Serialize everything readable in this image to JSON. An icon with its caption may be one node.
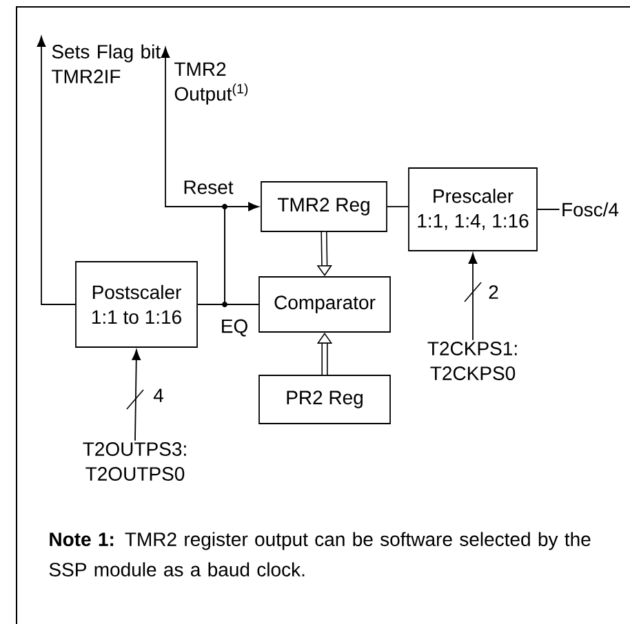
{
  "diagram": {
    "nodes": [
      {
        "text": [
          "TMR2 Reg"
        ]
      },
      {
        "text": [
          "Prescaler",
          "1:1, 1:4, 1:16"
        ]
      },
      {
        "text": [
          "Comparator"
        ]
      },
      {
        "text": [
          "PR2 Reg"
        ]
      },
      {
        "text": [
          "Postscaler",
          "1:1 to 1:16"
        ]
      },
      {
        "text": [
          "Fosc/4"
        ]
      },
      {
        "text": [
          "Sets Flag bit TMR2IF"
        ]
      },
      {
        "text": [
          "TMR2 Output$^{(1)}$"
        ]
      },
      {
        "text": [
          "T2OUTPS3: T2OUTPS0"
        ]
      },
      {
        "text": [
          "T2CKPS1: T2CKPS0"
        ]
      }
    ],
    "edges": [
      {
        "from": 5,
        "to": 1,
        "arrow": "none"
      },
      {
        "from": 1,
        "to": 0,
        "arrow": "none"
      },
      {
        "from": 0,
        "to": 2,
        "arrow": "to",
        "style": "thick"
      },
      {
        "from": 3,
        "to": 2,
        "arrow": "to",
        "style": "thick"
      },
      {
        "from": 2,
        "to": 4,
        "arrow": "none",
        "label": "EQ"
      },
      {
        "from": 2,
        "to": 0,
        "arrow": "to",
        "label": "Reset"
      },
      {
        "from": 2,
        "to": 7,
        "arrow": "to"
      },
      {
        "from": 4,
        "to": 6,
        "arrow": "to"
      },
      {
        "from": 8,
        "to": 4,
        "arrow": "to",
        "label": "4"
      },
      {
        "from": 9,
        "to": 1,
        "arrow": "to",
        "label": "2"
      }
    ],
    "labels": [
      "**Note 1:** TMR2 register output can be software selected by the SSP module as a baud clock."
    ]
  }
}
